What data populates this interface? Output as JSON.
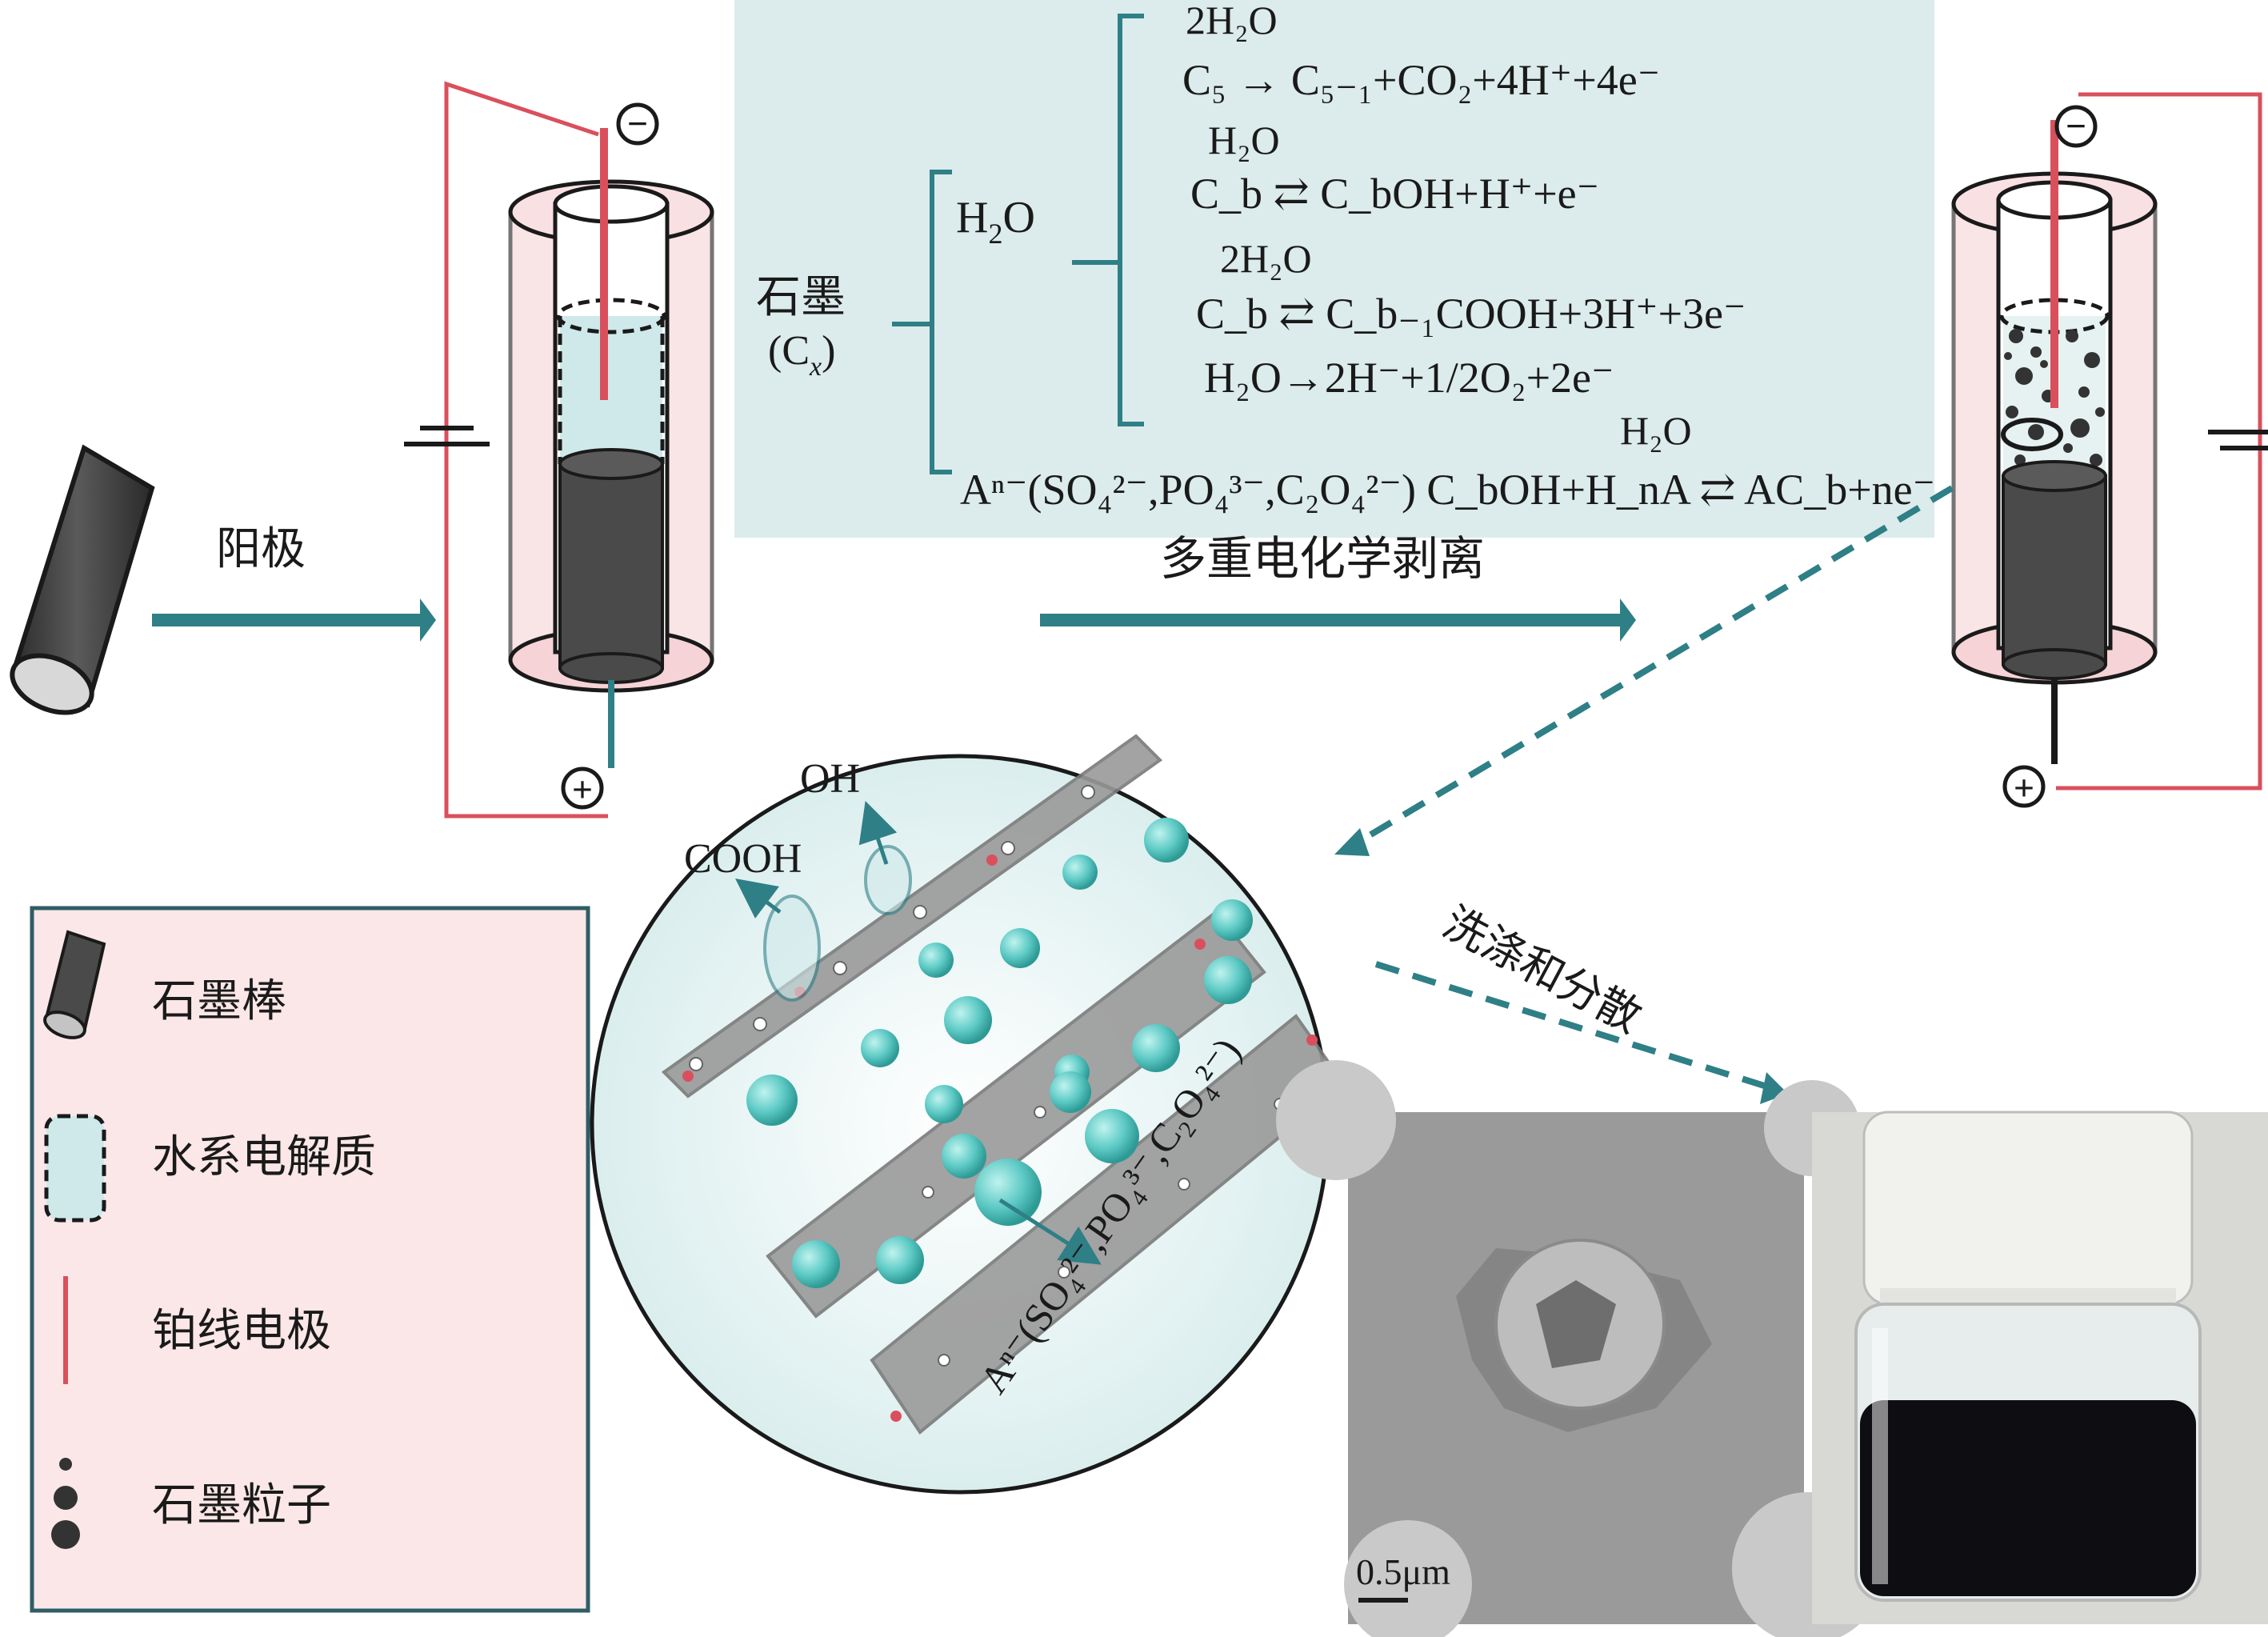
{
  "labels": {
    "anode": "阳极",
    "exfoliation": "多重电化学剥离",
    "wash": "洗涤和分散",
    "graphite": "石墨",
    "graphite_formula": "(C",
    "graphite_formula_sub": "x",
    "graphite_formula_close": ")",
    "h2o": "H",
    "h2o_sub": "2",
    "h2o_o": "O",
    "oh": "OH",
    "cooh": "COOH",
    "scale": "0.5μm",
    "minus": "−",
    "plus": "+"
  },
  "equations": {
    "eq1_top": "2H₂O",
    "eq1": "C₅ → C₅₋₁+CO₂+4H⁺+4e⁻",
    "eq2_top": "H₂O",
    "eq2": "C_b ⇄ C_bOH+H⁺+e⁻",
    "eq3_top": "2H₂O",
    "eq3": "C_b ⇄ C_b₋₁COOH+3H⁺+3e⁻",
    "eq4": "H₂O→2H⁻+1/2O₂+2e⁻",
    "eq5_top": "H₂O",
    "eq5": "Aⁿ⁻(SO₄²⁻,PO₄³⁻,C₂O₄²⁻) C_bOH+H_nA ⇄ AC_b+ne⁻",
    "anion_label": "Aⁿ⁻(SO₄²⁻,PO₄³⁻,C₂O₄²⁻)"
  },
  "legend": {
    "items": [
      {
        "label": "石墨棒"
      },
      {
        "label": "水系电解质"
      },
      {
        "label": "铂线电极"
      },
      {
        "label": "石墨粒子"
      }
    ]
  },
  "colors": {
    "teal": "#2f7f86",
    "pink": "#f6d3d6",
    "red_line": "#d9505c",
    "legend_bg": "#fbe7e8",
    "eq_bg": "#dcebeb",
    "graphite": "#4a4a4a",
    "ion": "#5cc9c4"
  }
}
